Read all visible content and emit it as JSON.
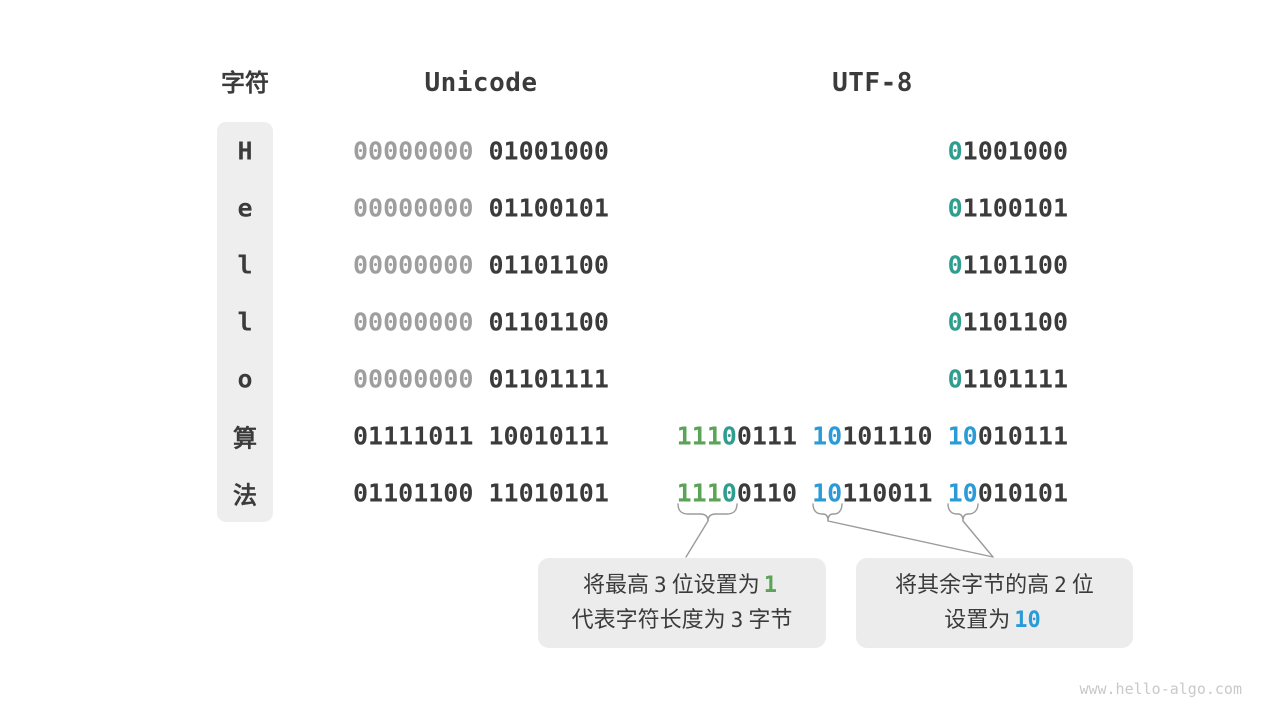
{
  "headers": {
    "character": "字符",
    "unicode": "Unicode",
    "utf8": "UTF-8"
  },
  "rows": [
    {
      "char": "H",
      "cjk": false,
      "unicode": [
        [
          {
            "t": "00000000",
            "c": "gray"
          }
        ],
        [
          {
            "t": "01001000",
            "c": "dark"
          }
        ]
      ],
      "utf8": [
        [
          {
            "t": "0",
            "c": "teal"
          },
          {
            "t": "1001000",
            "c": "dark"
          }
        ]
      ]
    },
    {
      "char": "e",
      "cjk": false,
      "unicode": [
        [
          {
            "t": "00000000",
            "c": "gray"
          }
        ],
        [
          {
            "t": "01100101",
            "c": "dark"
          }
        ]
      ],
      "utf8": [
        [
          {
            "t": "0",
            "c": "teal"
          },
          {
            "t": "1100101",
            "c": "dark"
          }
        ]
      ]
    },
    {
      "char": "l",
      "cjk": false,
      "unicode": [
        [
          {
            "t": "00000000",
            "c": "gray"
          }
        ],
        [
          {
            "t": "01101100",
            "c": "dark"
          }
        ]
      ],
      "utf8": [
        [
          {
            "t": "0",
            "c": "teal"
          },
          {
            "t": "1101100",
            "c": "dark"
          }
        ]
      ]
    },
    {
      "char": "l",
      "cjk": false,
      "unicode": [
        [
          {
            "t": "00000000",
            "c": "gray"
          }
        ],
        [
          {
            "t": "01101100",
            "c": "dark"
          }
        ]
      ],
      "utf8": [
        [
          {
            "t": "0",
            "c": "teal"
          },
          {
            "t": "1101100",
            "c": "dark"
          }
        ]
      ]
    },
    {
      "char": "o",
      "cjk": false,
      "unicode": [
        [
          {
            "t": "00000000",
            "c": "gray"
          }
        ],
        [
          {
            "t": "01101111",
            "c": "dark"
          }
        ]
      ],
      "utf8": [
        [
          {
            "t": "0",
            "c": "teal"
          },
          {
            "t": "1101111",
            "c": "dark"
          }
        ]
      ]
    },
    {
      "char": "算",
      "cjk": true,
      "unicode": [
        [
          {
            "t": "01111011",
            "c": "dark"
          }
        ],
        [
          {
            "t": "10010111",
            "c": "dark"
          }
        ]
      ],
      "utf8": [
        [
          {
            "t": "111",
            "c": "green"
          },
          {
            "t": "0",
            "c": "teal"
          },
          {
            "t": "0111",
            "c": "dark"
          }
        ],
        [
          {
            "t": "10",
            "c": "blue"
          },
          {
            "t": "101110",
            "c": "dark"
          }
        ],
        [
          {
            "t": "10",
            "c": "blue"
          },
          {
            "t": "010111",
            "c": "dark"
          }
        ]
      ]
    },
    {
      "char": "法",
      "cjk": true,
      "unicode": [
        [
          {
            "t": "01101100",
            "c": "dark"
          }
        ],
        [
          {
            "t": "11010101",
            "c": "dark"
          }
        ]
      ],
      "utf8": [
        [
          {
            "t": "111",
            "c": "green"
          },
          {
            "t": "0",
            "c": "teal"
          },
          {
            "t": "0110",
            "c": "dark"
          }
        ],
        [
          {
            "t": "10",
            "c": "blue"
          },
          {
            "t": "110011",
            "c": "dark"
          }
        ],
        [
          {
            "t": "10",
            "c": "blue"
          },
          {
            "t": "010101",
            "c": "dark"
          }
        ]
      ]
    }
  ],
  "callouts": {
    "leading": {
      "line1": [
        {
          "t": "将最高",
          "c": "plain"
        },
        {
          "t": "3",
          "c": "num"
        },
        {
          "t": "位设置为",
          "c": "plain"
        },
        {
          "t": "1",
          "c": "green"
        }
      ],
      "line2": [
        {
          "t": "代表字符长度为",
          "c": "plain"
        },
        {
          "t": "3",
          "c": "num"
        },
        {
          "t": "字节",
          "c": "plain"
        }
      ]
    },
    "continuation": {
      "line1": [
        {
          "t": "将其余字节的高",
          "c": "plain"
        },
        {
          "t": "2",
          "c": "num"
        },
        {
          "t": "位",
          "c": "plain"
        }
      ],
      "line2": [
        {
          "t": "设置为",
          "c": "plain"
        },
        {
          "t": "10",
          "c": "blue"
        }
      ]
    }
  },
  "watermark": "www.hello-algo.com",
  "colors": {
    "dark": "#3b3b3b",
    "gray": "#9e9e9e",
    "teal": "#2f9e8e",
    "green": "#5aa357",
    "blue": "#2b9bd8",
    "box_bg": "#ececec",
    "char_col_bg": "#eeeeee",
    "brace": "#9b9b9b",
    "watermark": "#c9c9c9"
  }
}
